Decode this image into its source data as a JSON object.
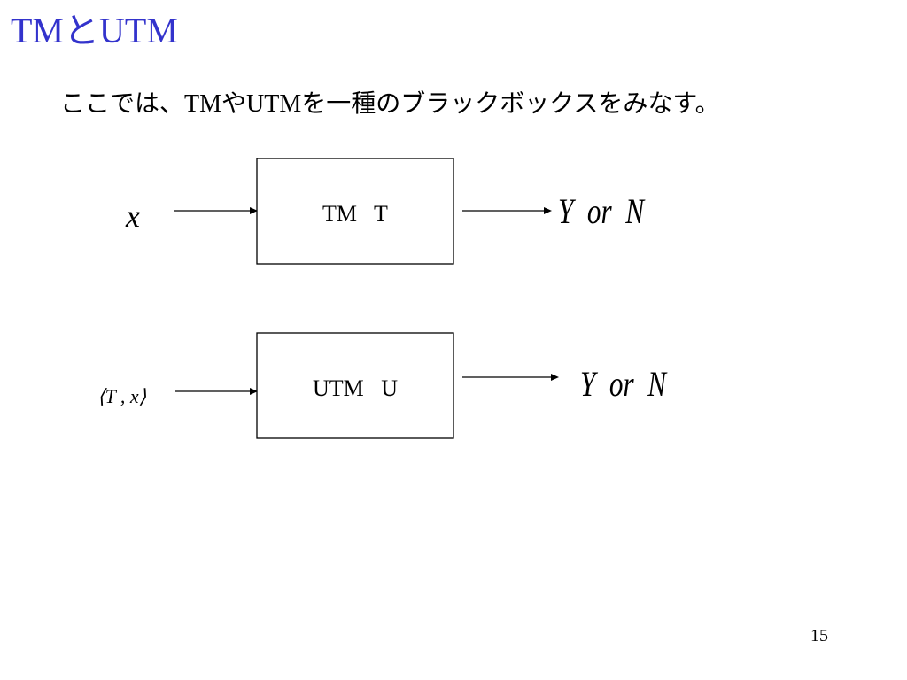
{
  "slide": {
    "title": "TMとUTM",
    "title_color": "#3333cc",
    "subtitle_parts": [
      "ここでは、",
      "TM",
      "や",
      "UTM",
      "を一種のブラックボックスをみなす。"
    ],
    "page_number": "15"
  },
  "diagram": {
    "nodes": [
      {
        "id": "tm",
        "label": "TM   T"
      },
      {
        "id": "utm",
        "label": "UTM   U"
      }
    ],
    "inputs": [
      {
        "to": "tm",
        "label": "x"
      },
      {
        "to": "utm",
        "label": "⟨T , x⟩"
      }
    ],
    "outputs": [
      {
        "from": "tm",
        "label": "Y  or  N"
      },
      {
        "from": "utm",
        "label": "Y  or  N"
      }
    ]
  }
}
